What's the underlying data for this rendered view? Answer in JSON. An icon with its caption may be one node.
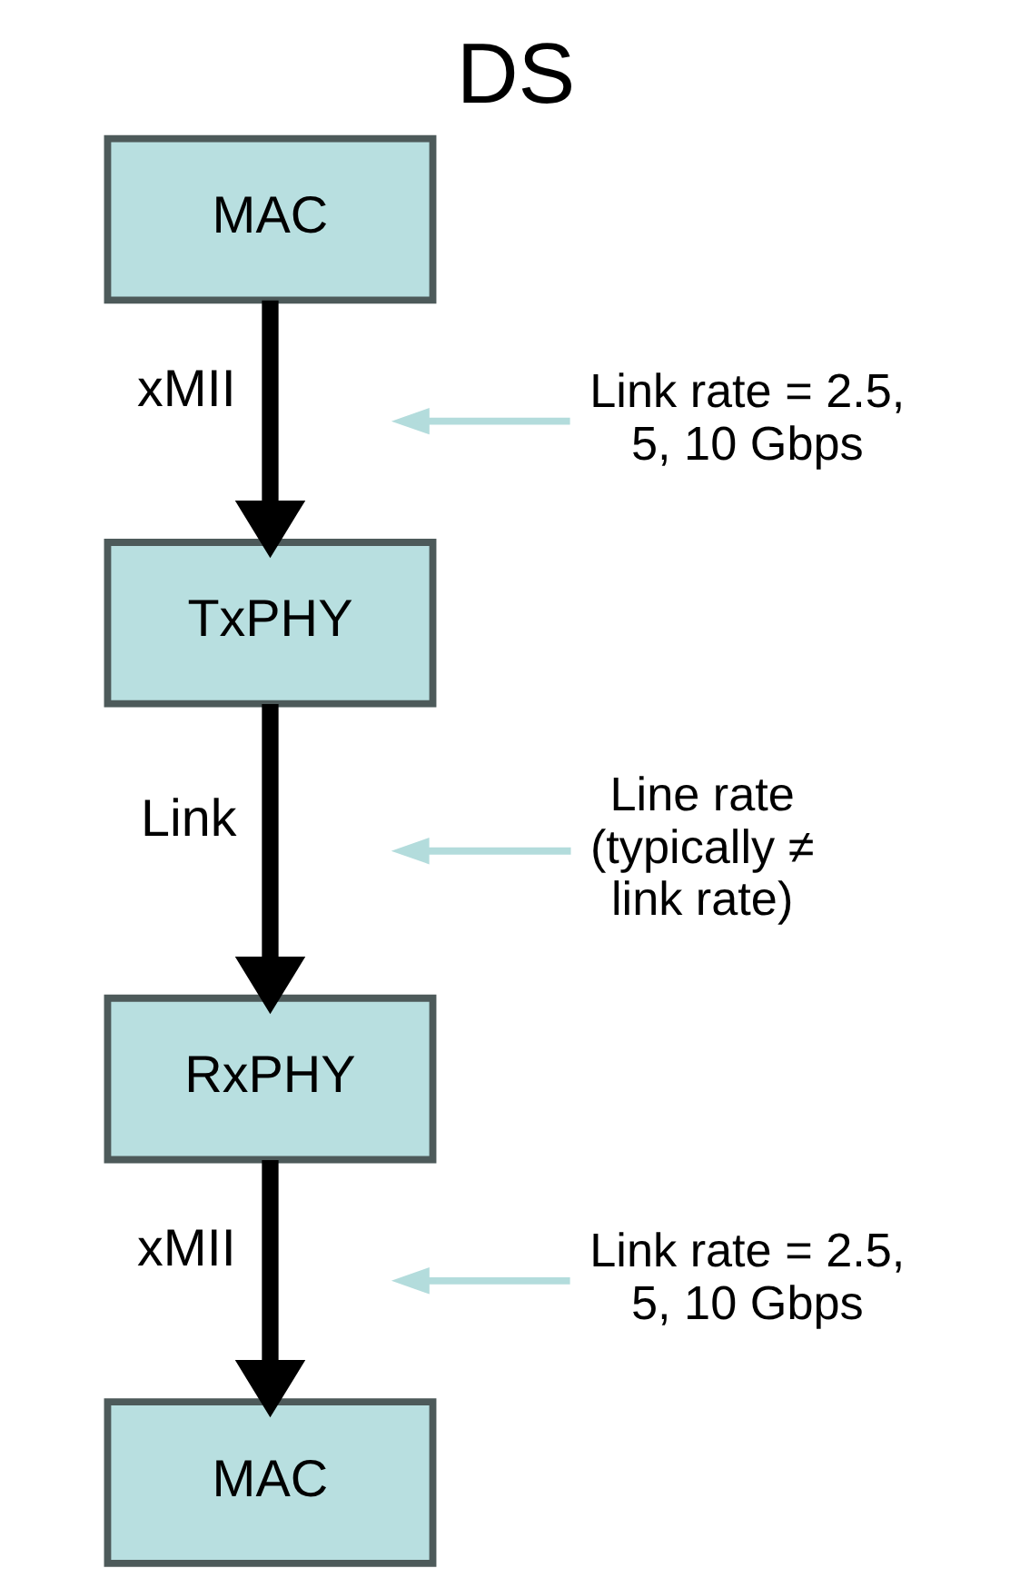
{
  "diagram": {
    "title": "DS",
    "nodes": [
      {
        "text": [
          "MAC"
        ]
      },
      {
        "text": [
          "TxPHY"
        ]
      },
      {
        "text": [
          "RxPHY"
        ]
      },
      {
        "text": [
          "MAC"
        ]
      },
      {
        "text": [
          "Link rate = 2.5, 5, 10 Gbps"
        ]
      },
      {
        "text": [
          "Line rate (typically ≠ link rate)"
        ]
      },
      {
        "text": [
          "Link rate = 2.5, 5, 10 Gbps"
        ]
      }
    ],
    "edges": [
      {
        "from": 0,
        "to": 1,
        "arrow": "to",
        "label": "xMII",
        "style": "thick"
      },
      {
        "from": 1,
        "to": 2,
        "arrow": "to",
        "label": "Link",
        "style": "thick"
      },
      {
        "from": 2,
        "to": 3,
        "arrow": "to",
        "label": "xMII",
        "style": "thick"
      },
      {
        "from": 4,
        "to": null,
        "arrow": "to",
        "color": "#b3dcdc"
      },
      {
        "from": 5,
        "to": null,
        "arrow": "to",
        "color": "#b3dcdc"
      },
      {
        "from": 6,
        "to": null,
        "arrow": "to",
        "color": "#b3dcdc"
      }
    ]
  }
}
